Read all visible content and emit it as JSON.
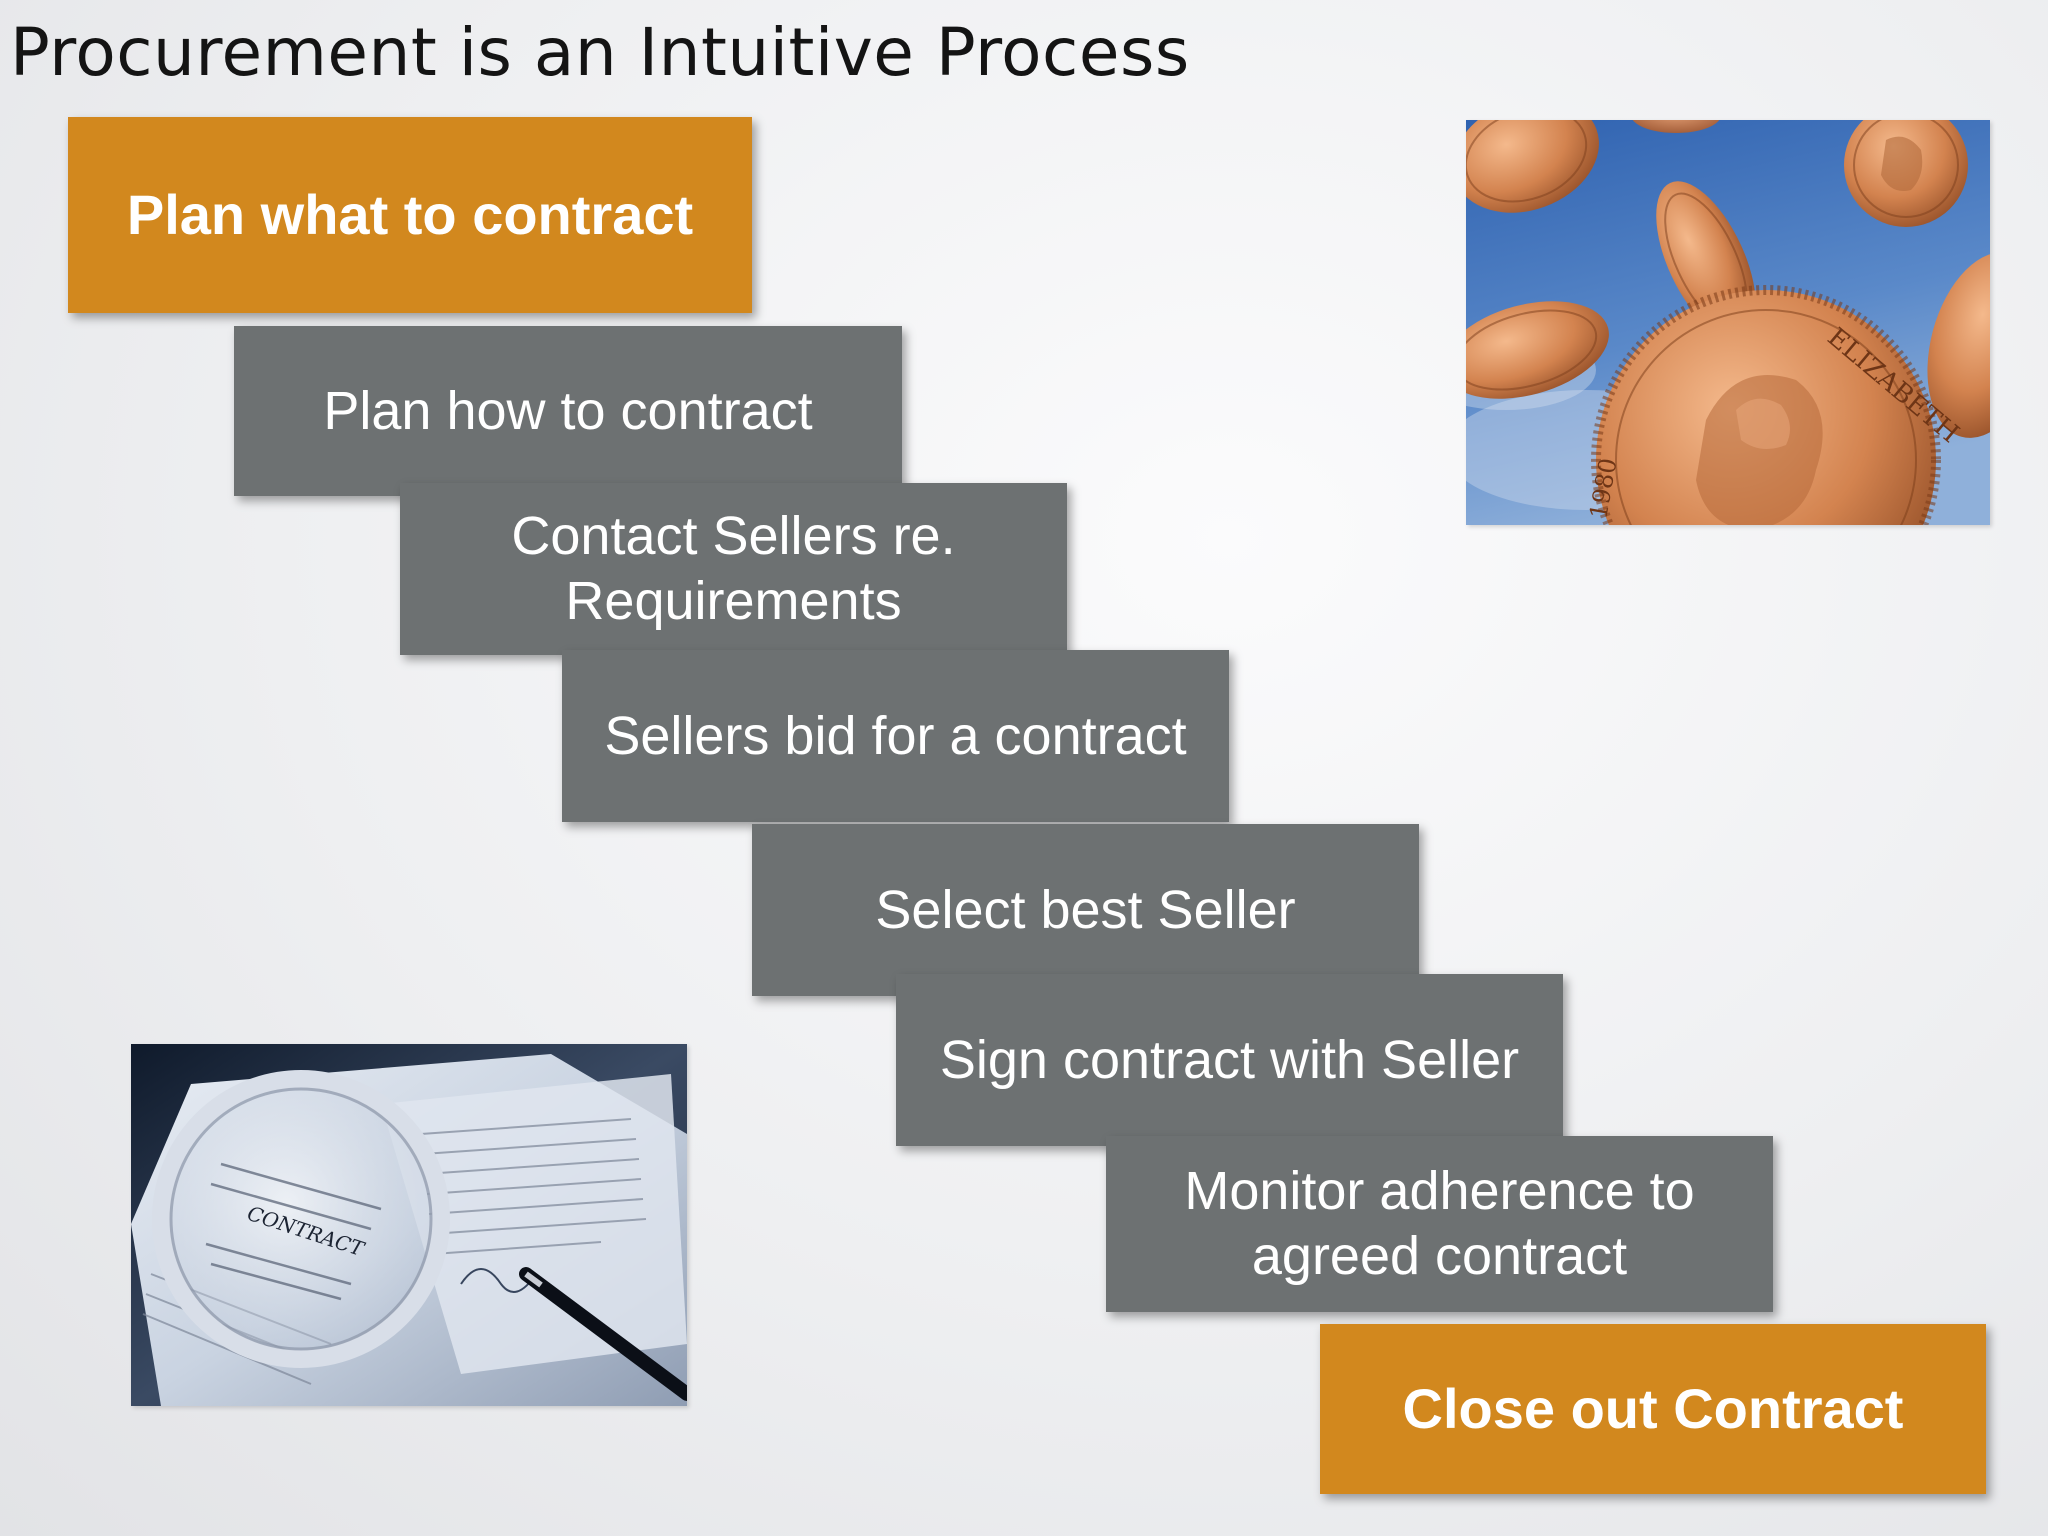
{
  "slide": {
    "title": "Procurement is an Intuitive Process"
  },
  "steps": [
    {
      "label": "Plan what to contract",
      "style": "orange"
    },
    {
      "label": "Plan how to contract",
      "style": "gray"
    },
    {
      "label": "Contact Sellers re. Requirements",
      "style": "gray"
    },
    {
      "label": "Sellers bid for a contract",
      "style": "gray"
    },
    {
      "label": "Select best Seller",
      "style": "gray"
    },
    {
      "label": "Sign contract with Seller",
      "style": "gray"
    },
    {
      "label": "Monitor adherence to agreed contract",
      "style": "gray"
    },
    {
      "label": "Close out Contract",
      "style": "orange"
    }
  ],
  "images": {
    "coins_photo": {
      "subject": "falling-coins",
      "coin_text": "ELIZABETH",
      "coin_year": "1980"
    },
    "contract_photo": {
      "subject": "magnifier-on-contract",
      "doc_text": "CONTRACT"
    }
  },
  "colors": {
    "accent": "#d2881e",
    "step_gray": "#6d7172",
    "title": "#141414"
  }
}
